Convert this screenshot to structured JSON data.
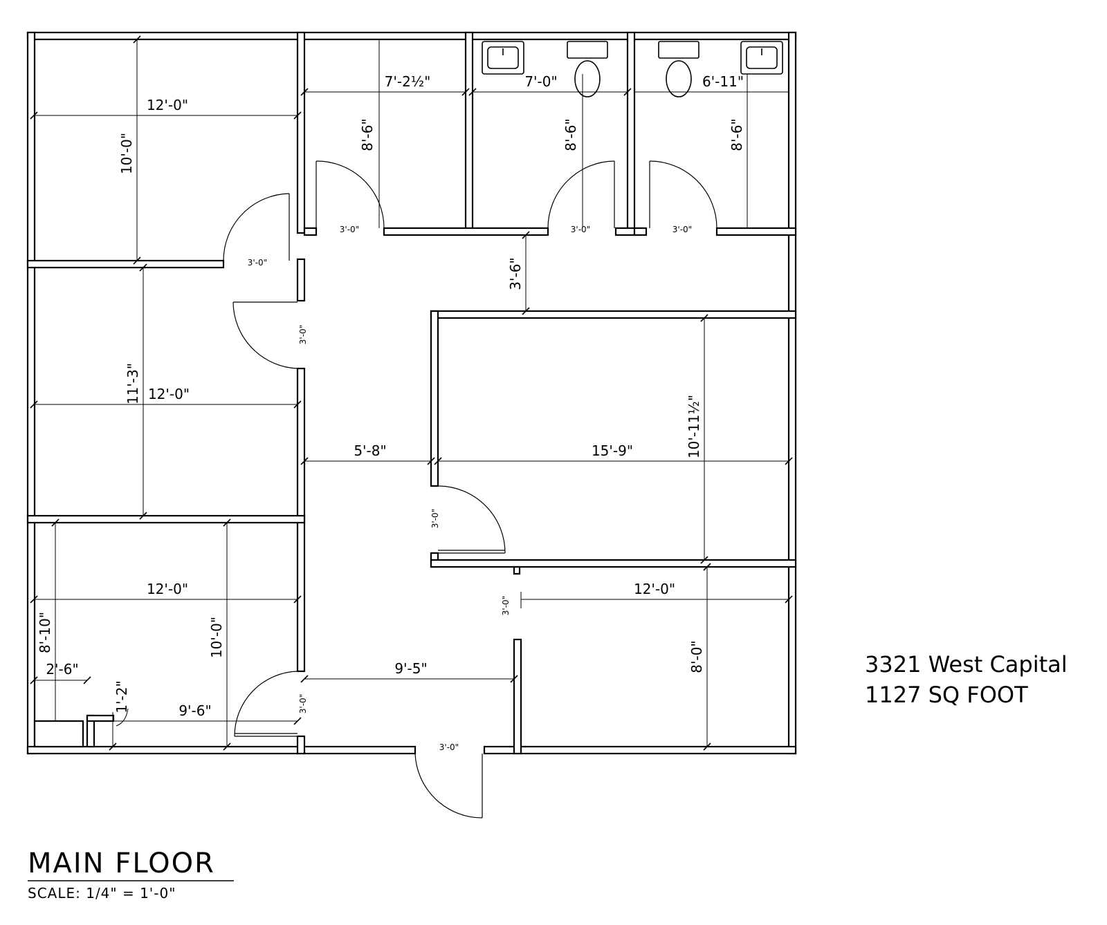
{
  "address": "3321 West Capital",
  "area": "1127 SQ FOOT",
  "title": "MAIN FLOOR",
  "scale": "SCALE: 1/4\" = 1'-0\"",
  "dimensions": {
    "office_top_w": "12'-0\"",
    "office_top_h": "10'-0\"",
    "room2_w": "7'-2½\"",
    "room2_h": "8'-6\"",
    "bath1_w": "7'-0\"",
    "bath1_h": "8'-6\"",
    "bath2_w": "6'-11\"",
    "bath2_h": "8'-6\"",
    "hall_top": "3'-6\"",
    "office_mid_w": "12'-0\"",
    "office_mid_h": "11'-3\"",
    "hall_w": "5'-8\"",
    "conf_w": "15'-9\"",
    "conf_h": "10'-11½\"",
    "office_bot_w": "12'-0\"",
    "office_bot_h": "10'-0\"",
    "office_bot_h2": "8'-10\"",
    "closet_w": "2'-6\"",
    "closet_h": "1'-2\"",
    "office_bot_w2": "9'-6\"",
    "entry_w": "9'-5\"",
    "office_br_w": "12'-0\"",
    "office_br_h": "8'-0\"",
    "door_w": "3'-0\"",
    "door_small": "3'-0\""
  }
}
